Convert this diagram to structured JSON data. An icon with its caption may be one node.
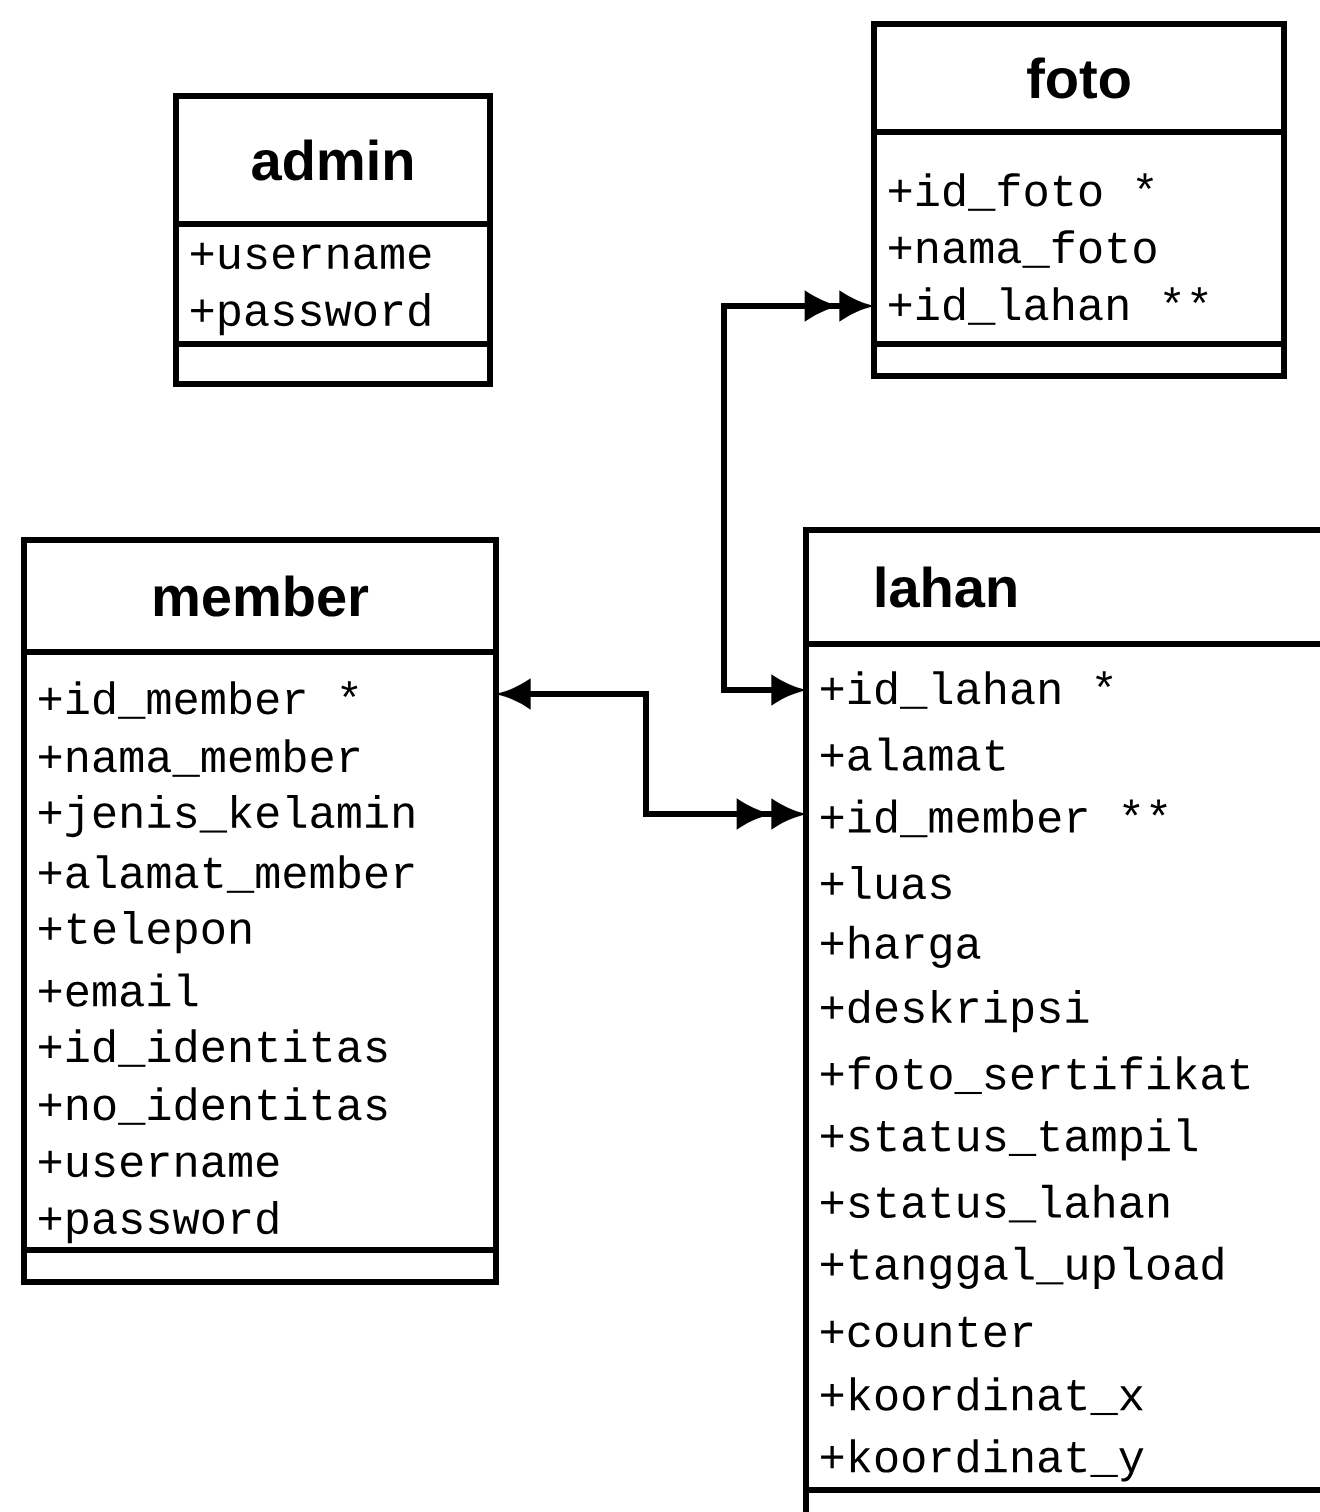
{
  "diagram": {
    "nodes": [
      {
        "text": [
          "admin",
          "+username",
          "+password"
        ]
      },
      {
        "text": [
          "foto",
          "+id_foto *",
          "+nama_foto",
          "+id_lahan **"
        ]
      },
      {
        "text": [
          "member",
          "+id_member *",
          "+nama_member",
          "+jenis_kelamin",
          "+alamat_member",
          "+telepon",
          "+email",
          "+id_identitas",
          "+no_identitas",
          "+username",
          "+password"
        ]
      },
      {
        "text": [
          "lahan",
          "+id_lahan *",
          "+alamat",
          "+id_member **",
          "+luas",
          "+harga",
          "+deskripsi",
          "+foto_sertifikat",
          "+status_tampil",
          "+status_lahan",
          "+tanggal_upload",
          "+counter",
          "+koordinat_x",
          "+koordinat_y"
        ]
      }
    ],
    "edges": [
      {
        "from": 3,
        "to": 1,
        "arrow": "both"
      },
      {
        "from": 2,
        "to": 3,
        "arrow": "both"
      }
    ]
  }
}
